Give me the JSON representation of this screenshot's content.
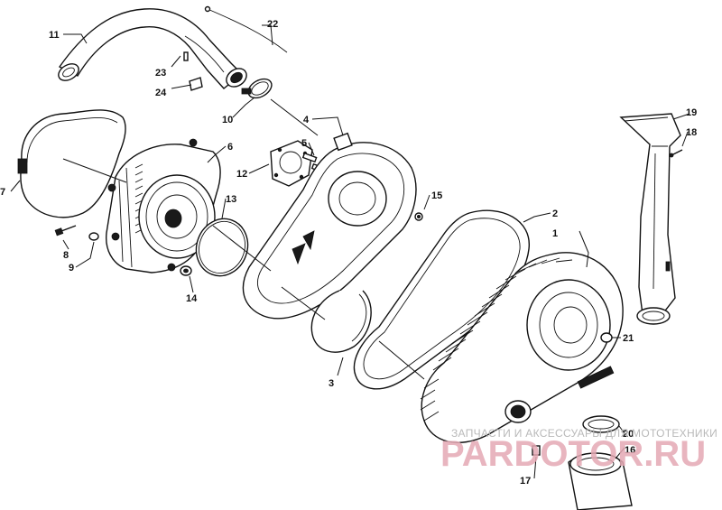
{
  "callouts": [
    {
      "id": "c1",
      "text": "1"
    },
    {
      "id": "c2",
      "text": "2"
    },
    {
      "id": "c3",
      "text": "3"
    },
    {
      "id": "c4",
      "text": "4"
    },
    {
      "id": "c5",
      "text": "5"
    },
    {
      "id": "c6",
      "text": "6"
    },
    {
      "id": "c7",
      "text": "7"
    },
    {
      "id": "c8",
      "text": "8"
    },
    {
      "id": "c9",
      "text": "9"
    },
    {
      "id": "c10",
      "text": "10"
    },
    {
      "id": "c11",
      "text": "11"
    },
    {
      "id": "c12",
      "text": "12"
    },
    {
      "id": "c13",
      "text": "13"
    },
    {
      "id": "c14",
      "text": "14"
    },
    {
      "id": "c15",
      "text": "15"
    },
    {
      "id": "c16",
      "text": "16"
    },
    {
      "id": "c17",
      "text": "17"
    },
    {
      "id": "c18",
      "text": "18"
    },
    {
      "id": "c19",
      "text": "19"
    },
    {
      "id": "c20",
      "text": "20"
    },
    {
      "id": "c21",
      "text": "21"
    },
    {
      "id": "c22",
      "text": "22"
    },
    {
      "id": "c23",
      "text": "23"
    },
    {
      "id": "c24",
      "text": "24"
    }
  ],
  "watermark": {
    "tagline": "ЗАПЧАСТИ И АКСЕССУАРЫ ДЛЯ МОТОТЕХНИКИ",
    "brand": "PARDOTOR.RU"
  },
  "colors": {
    "line": "#111111",
    "background": "#ffffff",
    "watermark_brand": "#e5a9b4",
    "watermark_text": "#b9b9b9"
  }
}
